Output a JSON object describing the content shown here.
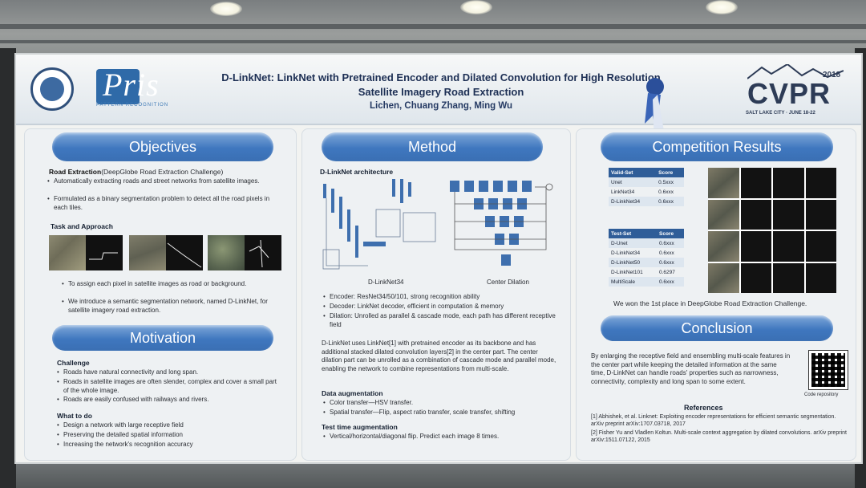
{
  "poster": {
    "title": "D-LinkNet: LinkNet with Pretrained Encoder and Dilated Convolution for High Resolution Satellite Imagery Road Extraction",
    "authors": "Lichen, Chuang Zhang, Ming Wu",
    "logo_pris": "Pris",
    "logo_pris_sub": "PATTERN RECOGNITION",
    "conference": "CVPR",
    "conference_year": "2018",
    "conference_location": "SALT LAKE CITY · JUNE 18-22"
  },
  "objectives": {
    "heading": "Objectives",
    "road_extraction": "Road Extraction",
    "road_extraction_sub": "(DeepGlobe Road Extraction Challenge)",
    "bullets": [
      "Automatically extracting roads and street networks from satellite images.",
      "Formulated as a binary segmentation problem to detect all the road pixels in each tiles."
    ],
    "task_heading": "Task and Approach",
    "task_bullets": [
      "To assign each pixel in satellite images as road or background.",
      "We introduce a semantic segmentation network, named D-LinkNet, for satellite imagery road extraction."
    ]
  },
  "motivation": {
    "heading": "Motivation",
    "challenge_heading": "Challenge",
    "challenge_bullets": [
      "Roads have natural connectivity and long span.",
      "Roads in satellite images are often slender, complex and cover a small part of the whole image.",
      "Roads are easily confused with railways and rivers."
    ],
    "todo_heading": "What to do",
    "todo_bullets": [
      "Design a network with large receptive field",
      "Preserving the detailed spatial information",
      "Increasing the network's recognition accuracy"
    ]
  },
  "method": {
    "heading": "Method",
    "arch_heading": "D-LinkNet architecture",
    "caption_left": "D-LinkNet34",
    "caption_right": "Center Dilation",
    "bullets": [
      "Encoder: ResNet34/50/101, strong recognition ability",
      "Decoder: LinkNet decoder, efficient in computation & memory",
      "Dilation: Unrolled as parallel & cascade mode, each path has different receptive field"
    ],
    "paragraph": "D-LinkNet uses LinkNet[1] with pretrained encoder as its backbone and has additional stacked dilated convolution layers[2] in the center part. The center dilation part can be unrolled as a combination of cascade mode and parallel mode, enabling the network to combine representations from multi-scale.",
    "aug_heading": "Data augmentation",
    "aug_bullets": [
      "Color transfer—HSV transfer.",
      "Spatial transfer—Flip, aspect ratio transfer, scale transfer, shifting"
    ],
    "tta_heading": "Test time augmentation",
    "tta_bullets": [
      "Vertical/horizontal/diagonal flip. Predict each image 8 times."
    ]
  },
  "results": {
    "heading": "Competition Results",
    "val_table": {
      "header": [
        "Valid-Set",
        "Score"
      ],
      "rows": [
        [
          "Unet",
          "0.5xxx"
        ],
        [
          "LinkNet34",
          "0.6xxx"
        ],
        [
          "D-LinkNet34",
          "0.6xxx"
        ]
      ]
    },
    "test_table": {
      "header": [
        "Test-Set",
        "Score"
      ],
      "rows": [
        [
          "D-Unet",
          "0.6xxx"
        ],
        [
          "D-LinkNet34",
          "0.6xxx"
        ],
        [
          "D-LinkNet50",
          "0.6xxx"
        ],
        [
          "D-LinkNet101",
          "0.6297"
        ],
        [
          "MultiScale",
          "0.6xxx"
        ]
      ]
    },
    "win_text": "We won the 1st place in DeepGlobe Road Extraction Challenge."
  },
  "conclusion": {
    "heading": "Conclusion",
    "text": "By enlarging the receptive field and ensembling multi-scale features in the center part while keeping the detailed information at the same time, D-LinkNet can handle roads' properties such as narrowness, connectivity, complexity and long span to some extent.",
    "qr_caption": "Code repository",
    "ref_heading": "References",
    "refs": [
      "[1] Abhishek, et al. Linknet: Exploiting encoder representations for efficient semantic segmentation. arXiv preprint arXiv:1707.03718, 2017",
      "[2] Fisher Yu and Vladlen Koltun. Multi-scale context aggregation by dilated convolutions. arXiv preprint arXiv:1511.07122, 2015"
    ]
  }
}
